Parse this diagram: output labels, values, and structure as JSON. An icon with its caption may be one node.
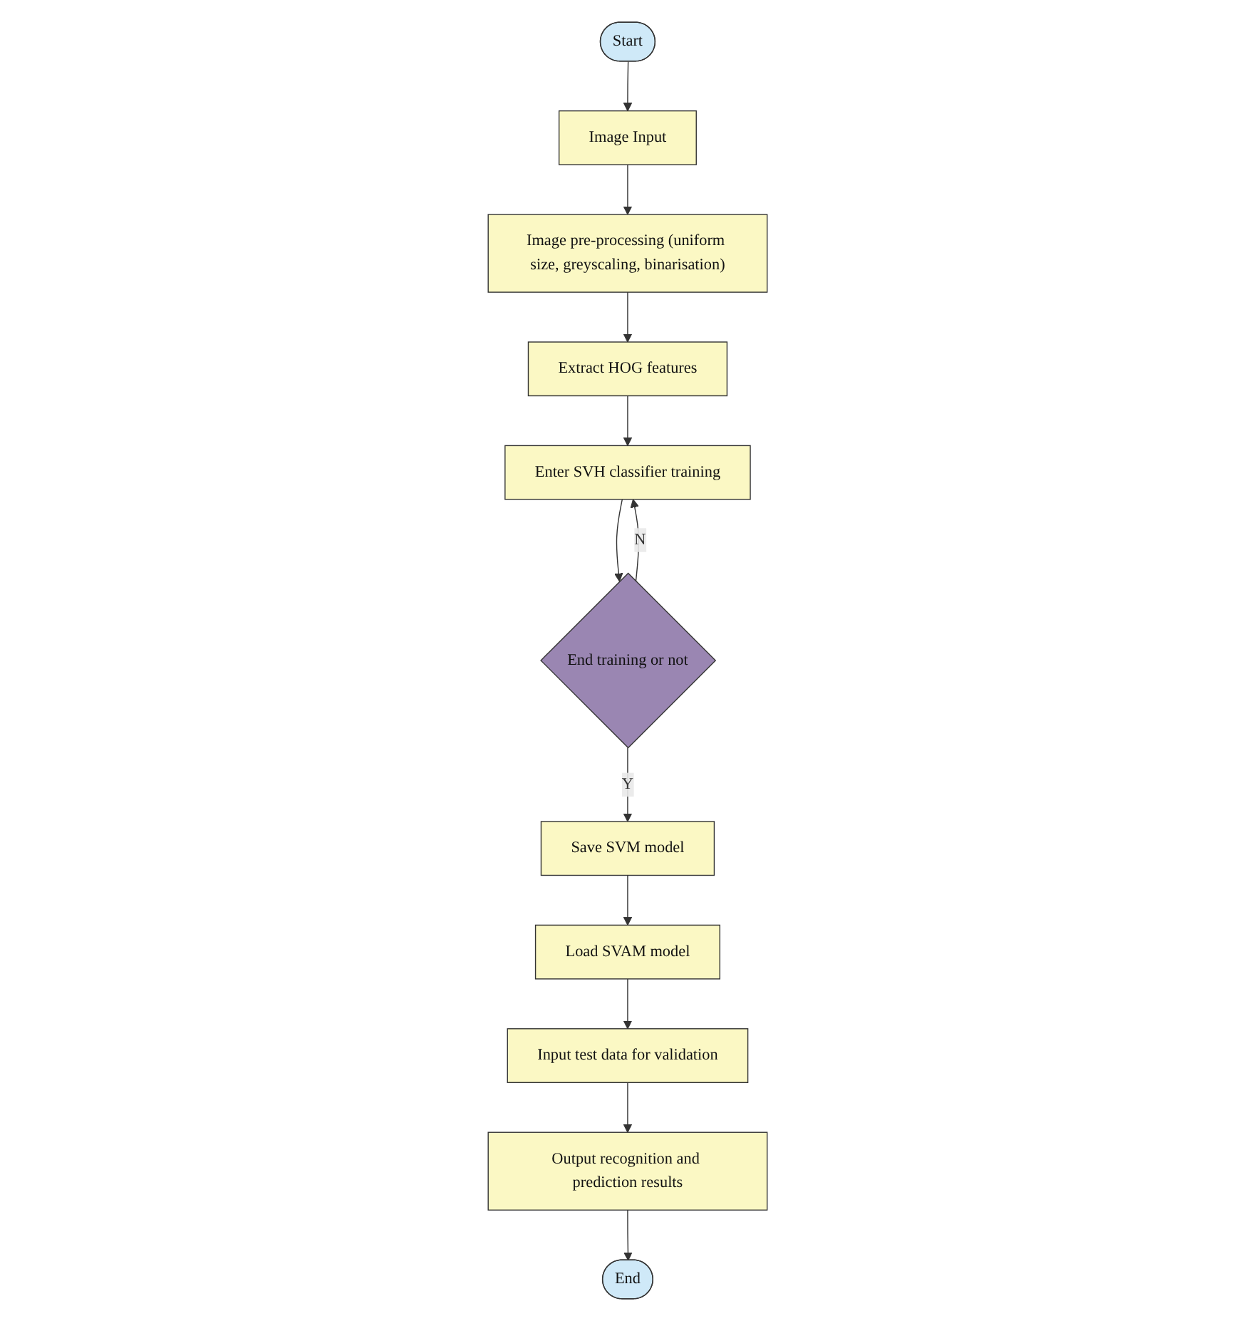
{
  "diagram": {
    "nodes": [
      {
        "text": [
          "Start"
        ]
      },
      {
        "text": [
          "Image Input"
        ]
      },
      {
        "text": [
          "Image pre-processing (uniform size, greyscaling, binarisation)"
        ]
      },
      {
        "text": [
          "Extract HOG features"
        ]
      },
      {
        "text": [
          "Enter SVH classifier training"
        ]
      },
      {
        "text": [
          "End training or not"
        ]
      },
      {
        "text": [
          "Save SVM model"
        ]
      },
      {
        "text": [
          "Load SVAM model"
        ]
      },
      {
        "text": [
          "Input test data for validation"
        ]
      },
      {
        "text": [
          "Output recognition and prediction results"
        ]
      },
      {
        "text": [
          "End"
        ]
      }
    ],
    "edges": [
      {
        "from": 0,
        "to": 1,
        "arrow": "to"
      },
      {
        "from": 1,
        "to": 2,
        "arrow": "to"
      },
      {
        "from": 2,
        "to": 3,
        "arrow": "to"
      },
      {
        "from": 3,
        "to": 4,
        "arrow": "to"
      },
      {
        "from": 4,
        "to": 5,
        "arrow": "to"
      },
      {
        "from": 5,
        "to": 4,
        "arrow": "to",
        "label": "N"
      },
      {
        "from": 5,
        "to": 6,
        "arrow": "to",
        "label": "Y"
      },
      {
        "from": 6,
        "to": 7,
        "arrow": "to"
      },
      {
        "from": 7,
        "to": 8,
        "arrow": "to"
      },
      {
        "from": 8,
        "to": 9,
        "arrow": "to"
      },
      {
        "from": 9,
        "to": 10,
        "arrow": "to"
      }
    ]
  }
}
